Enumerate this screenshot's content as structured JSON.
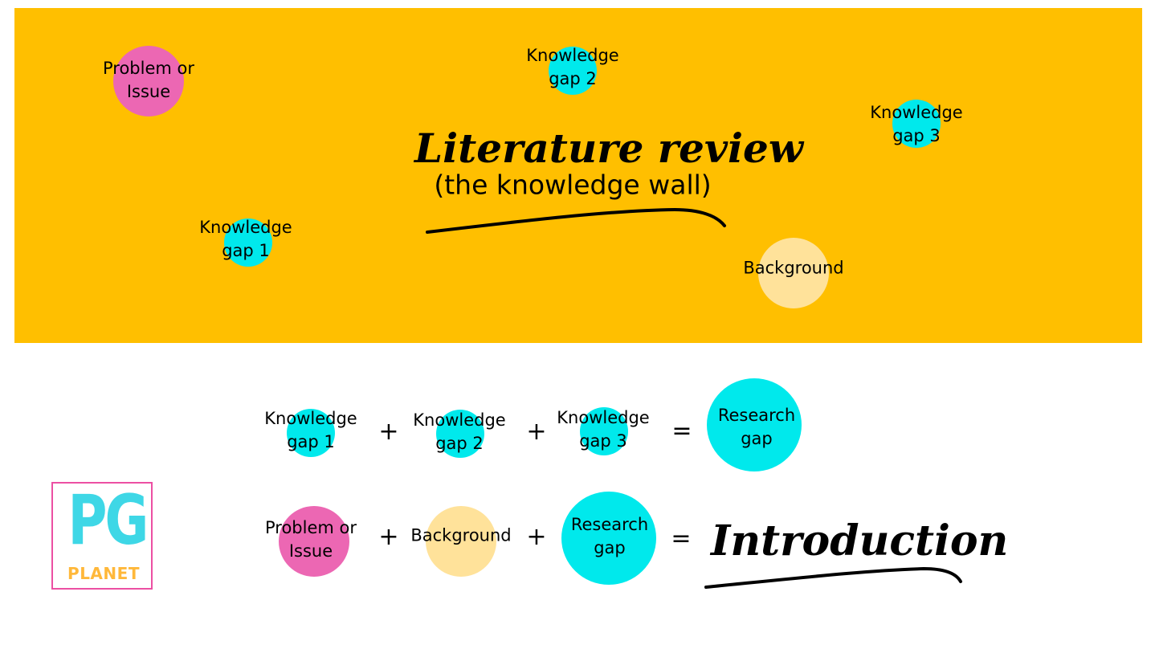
{
  "wall": {
    "title": "Literature review",
    "subtitle": "(the knowledge wall)",
    "problem": "Problem or\nIssue",
    "gap2": "Knowledge\ngap 2",
    "gap3": "Knowledge\ngap 3",
    "gap1": "Knowledge\ngap 1",
    "background": "Background"
  },
  "eq1": {
    "gap1": "Knowledge\ngap 1",
    "plus1": "+",
    "gap2": "Knowledge\ngap 2",
    "plus2": "+",
    "gap3": "Knowledge\ngap 3",
    "equals": "=",
    "result": "Research\ngap"
  },
  "eq2": {
    "problem": "Problem or\nIssue",
    "plus1": "+",
    "background": "Background",
    "plus2": "+",
    "research": "Research\ngap",
    "equals": "=",
    "result": "Introduction"
  },
  "logo": {
    "mark": "PG",
    "word": "PLANET"
  },
  "colors": {
    "wall": "#FFBF00",
    "pink": "#EC67B3",
    "cyan": "#00E9EC",
    "cream": "#FFE29A",
    "logo_cyan": "#3ED7E6",
    "logo_pink": "#EC4FA3",
    "logo_orange": "#FFB83A"
  }
}
